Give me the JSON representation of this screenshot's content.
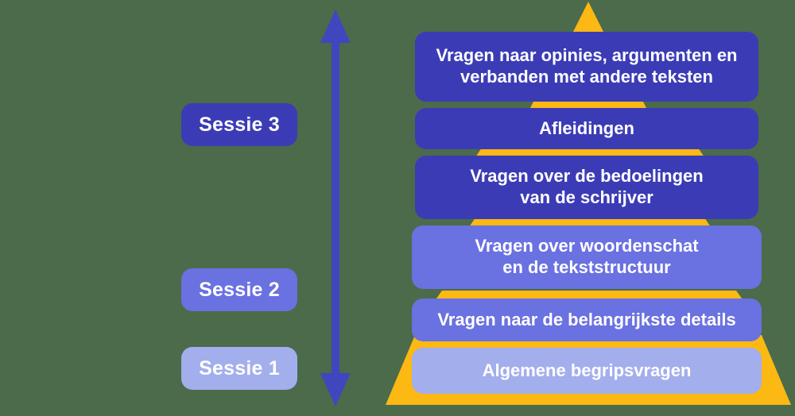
{
  "background": {
    "color": "#4b6b4b"
  },
  "colors": {
    "indigo_dark": "#3b3cb5",
    "periwinkle_mid": "#6a71e0",
    "periwinkle_light": "#a3aeec",
    "amber": "#fcb813",
    "text": "#ffffff"
  },
  "sessions": {
    "items": [
      {
        "id": "sessie-3",
        "label": "Sessie 3",
        "color": "#3b3cb5"
      },
      {
        "id": "sessie-2",
        "label": "Sessie 2",
        "color": "#6a71e0"
      },
      {
        "id": "sessie-1",
        "label": "Sessie 1",
        "color": "#a3aeec"
      }
    ]
  },
  "arrow": {
    "name": "vertical-double-arrow",
    "color": "#3f47bf",
    "direction": "both"
  },
  "pyramid": {
    "apex": {
      "name": "apex-triangle",
      "color": "#fcb813"
    },
    "base": {
      "name": "base-trapezoid",
      "color": "#fcb813"
    },
    "levels": [
      {
        "id": "level-6",
        "line1": "Vragen naar opinies, argumenten en",
        "line2": "verbanden met andere teksten",
        "color": "#3b3cb5",
        "session": "Sessie 3"
      },
      {
        "id": "level-5",
        "line1": "Afleidingen",
        "line2": "",
        "color": "#3b3cb5",
        "session": "Sessie 3"
      },
      {
        "id": "level-4",
        "line1": "Vragen over de bedoelingen",
        "line2": "van de schrijver",
        "color": "#3b3cb5",
        "session": "Sessie 3"
      },
      {
        "id": "level-3",
        "line1": "Vragen over woordenschat",
        "line2": "en de tekststructuur",
        "color": "#6a71e0",
        "session": "Sessie 2"
      },
      {
        "id": "level-2",
        "line1": "Vragen naar de belangrijkste details",
        "line2": "",
        "color": "#6a71e0",
        "session": "Sessie 2"
      },
      {
        "id": "level-1",
        "line1": "Algemene begripsvragen",
        "line2": "",
        "color": "#a3aeec",
        "session": "Sessie 1"
      }
    ]
  }
}
